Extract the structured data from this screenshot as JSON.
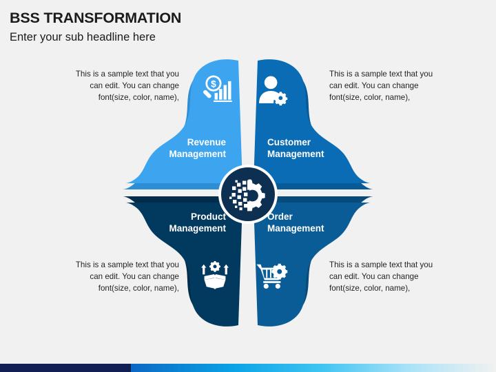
{
  "header": {
    "title": "BSS TRANSFORMATION",
    "subtitle": "Enter your sub headline here"
  },
  "sample_text": "This is a sample text that you can edit. You can change font(size, color, name),",
  "hub": {
    "icon": "digital-gear-pixels-icon"
  },
  "quadrants": [
    {
      "id": "revenue",
      "label": "Revenue\nManagement",
      "label_line1": "Revenue",
      "label_line2": "Management",
      "icon": "magnifier-dollar-bar-chart-icon",
      "color": "#3da5f0",
      "shadow": "#2e8ed4",
      "text": "This is a sample text that you can edit. You can change font(size, color, name),",
      "position": "top-left"
    },
    {
      "id": "customer",
      "label": "Customer\nManagement",
      "label_line1": "Customer",
      "label_line2": "Management",
      "icon": "person-gear-icon",
      "color": "#0a6cb4",
      "shadow": "#085a97",
      "text": "This is a sample text that you can edit. You can change font(size, color, name),",
      "position": "top-right"
    },
    {
      "id": "product",
      "label": "Product\nManagement",
      "label_line1": "Product",
      "label_line2": "Management",
      "icon": "open-box-gear-arrows-icon",
      "color": "#02395f",
      "shadow": "#012c4a",
      "text": "This is a sample text that you can edit. You can change font(size, color, name),",
      "position": "bottom-left"
    },
    {
      "id": "order",
      "label": "Order\nManagement",
      "label_line1": "Order",
      "label_line2": "Management",
      "icon": "shopping-cart-gear-icon",
      "color": "#0a5c96",
      "shadow": "#084a7a",
      "text": "This is a sample text that you can edit. You can change font(size, color, name),",
      "position": "bottom-right"
    }
  ],
  "colors": {
    "background": "#f1f1f1",
    "text": "#231f20",
    "hub_fill": "#0c2f52",
    "hub_ring": "#ffffff",
    "bar_solid": "#111f55",
    "bar_gradient_start": "#0b68c4",
    "bar_gradient_end": "#f1f1f1"
  }
}
